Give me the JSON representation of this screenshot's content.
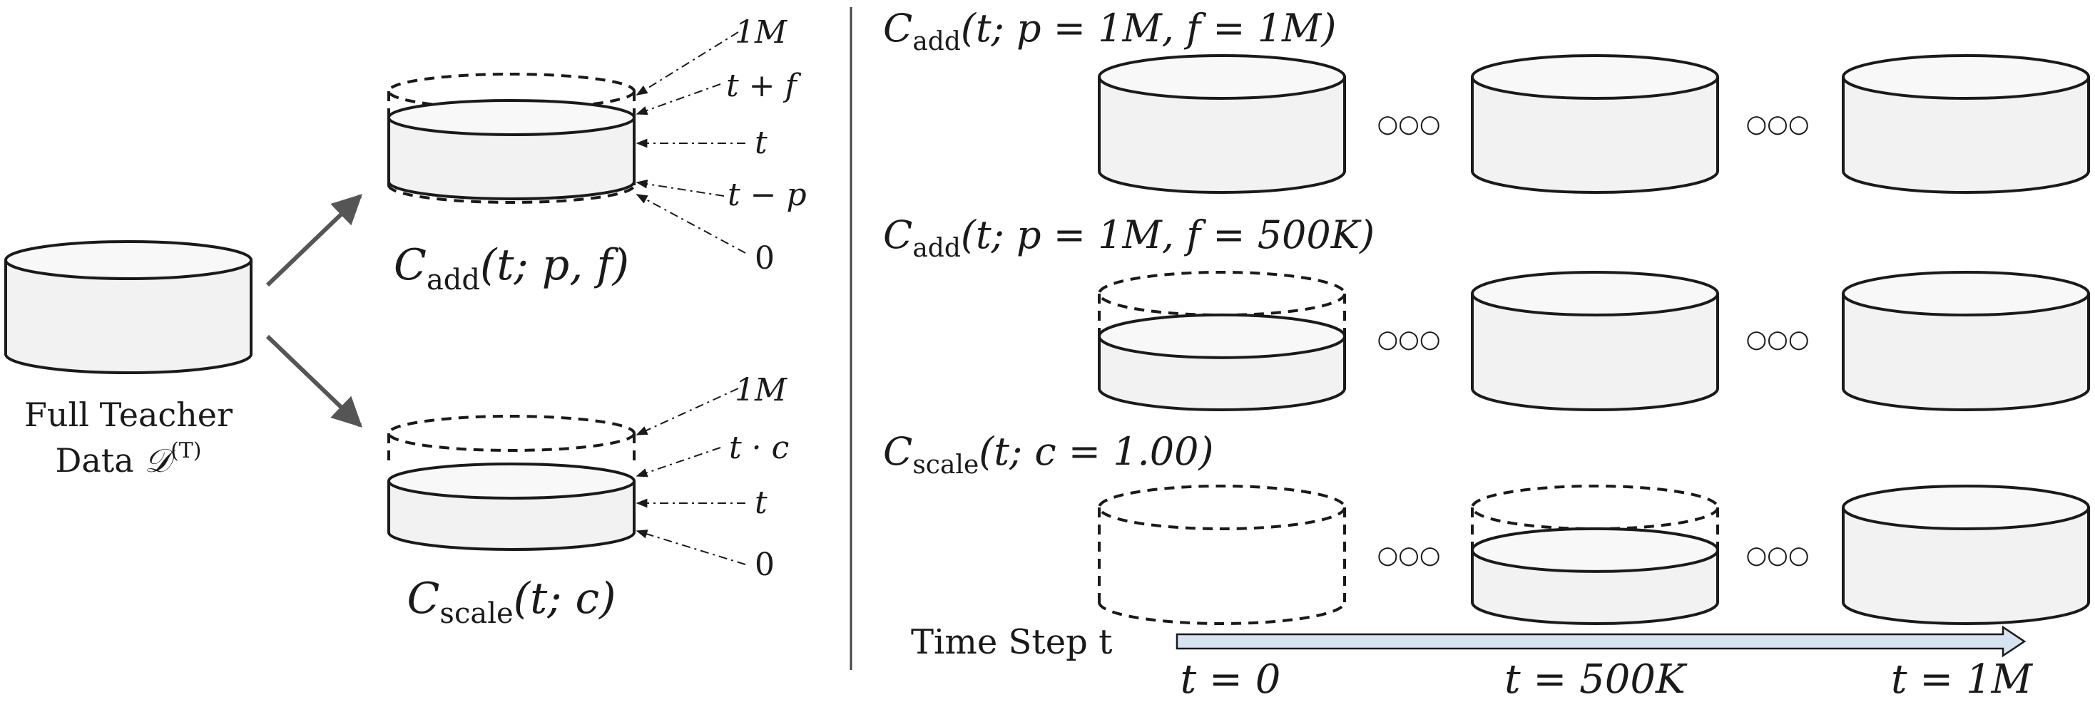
{
  "left_panel": {
    "full_teacher": {
      "line1": "Full Teacher",
      "line2_prefix": "Data ",
      "line2_symbol": "𝒟",
      "line2_superscript": "(T)"
    },
    "add_diagram": {
      "caption_main": "C",
      "caption_sub": "add",
      "caption_args": "(t; p, f)",
      "ticks": [
        "1M",
        "t + f",
        "t",
        "t − p",
        "0"
      ]
    },
    "scale_diagram": {
      "caption_main": "C",
      "caption_sub": "scale",
      "caption_args": "(t; c)",
      "ticks": [
        "1M",
        "t · c",
        "t",
        "0"
      ]
    }
  },
  "right_panel": {
    "rows": [
      {
        "label_main": "C",
        "label_sub": "add",
        "label_args": "(t; p = 1M, f = 1M)",
        "fills": [
          1.0,
          1.0,
          1.0
        ]
      },
      {
        "label_main": "C",
        "label_sub": "add",
        "label_args": "(t; p = 1M, f = 500K)",
        "fills": [
          0.55,
          1.0,
          1.0
        ]
      },
      {
        "label_main": "C",
        "label_sub": "scale",
        "label_args": "(t; c = 1.00)",
        "fills": [
          0.0,
          0.55,
          1.0
        ]
      }
    ],
    "ellipsis": "○○○",
    "timeline": {
      "label": "Time Step t",
      "ticks": [
        "t = 0",
        "t = 500K",
        "t = 1M"
      ]
    }
  },
  "colors": {
    "cylinder_fill": "#f2f2f2",
    "stroke": "#1a1a1a",
    "arrow_gray": "#555555",
    "timeline_fill": "#d6e4f2",
    "divider": "#444444"
  }
}
